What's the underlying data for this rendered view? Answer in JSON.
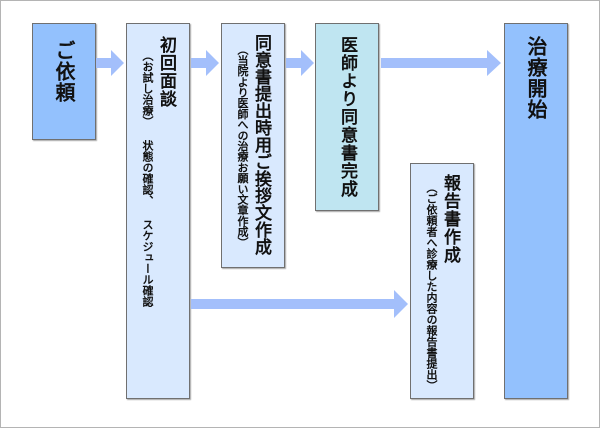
{
  "diagram": {
    "type": "flowchart",
    "direction": "left-to-right",
    "steps": [
      {
        "id": "request",
        "title": "ご依頼",
        "subtitle": ""
      },
      {
        "id": "first-interview",
        "title": "初回面談",
        "subtitle": "（お試し治療） 状態の確認、 スケジュール確認"
      },
      {
        "id": "consent-letter",
        "title": "同意書提出時用ご挨拶文作成",
        "subtitle": "（当院より医師への治療お願い文章作成）"
      },
      {
        "id": "consent-complete",
        "title": "医師より同意書完成",
        "subtitle": ""
      },
      {
        "id": "report",
        "title": "報告書作成",
        "subtitle": "（ご依頼者へ診療した内容の報告書提出）"
      },
      {
        "id": "treatment-start",
        "title": "治療開始",
        "subtitle": ""
      }
    ],
    "edges": [
      {
        "from": "request",
        "to": "first-interview"
      },
      {
        "from": "first-interview",
        "to": "consent-letter"
      },
      {
        "from": "consent-letter",
        "to": "consent-complete"
      },
      {
        "from": "consent-complete",
        "to": "treatment-start"
      },
      {
        "from": "first-interview",
        "to": "report"
      }
    ],
    "colors": {
      "terminal": "#93c1fd",
      "process": "#d9e9fe",
      "milestone": "#bfe5f1",
      "arrow": "#a3bffb",
      "border": "#707070"
    }
  }
}
